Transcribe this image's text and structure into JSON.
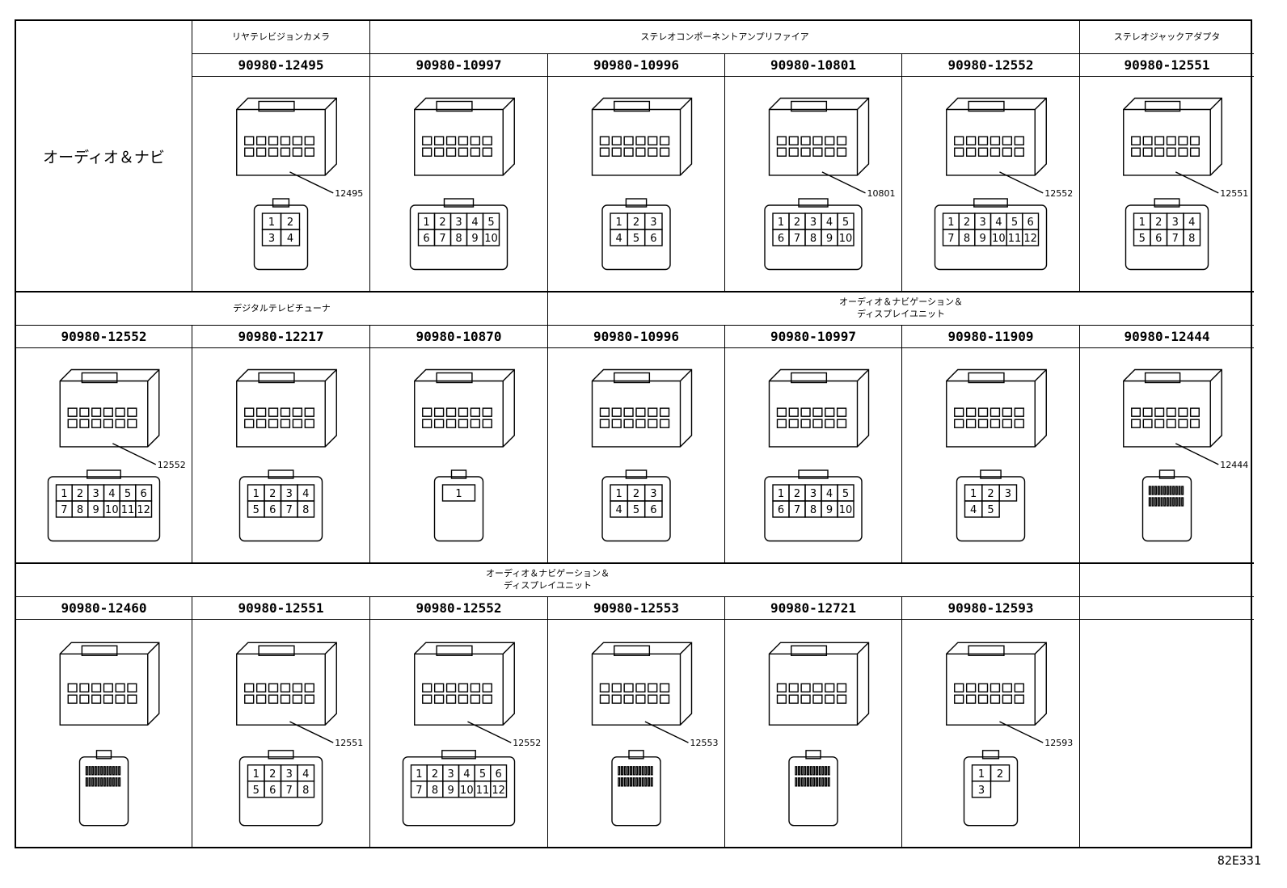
{
  "section_label": "オーディオ＆ナビ",
  "footer_code": "82E331",
  "rows": [
    {
      "groups": [
        {
          "label": "リヤテレビジョンカメラ"
        },
        {
          "label": "ステレオコンポーネントアンプリファイア"
        },
        {
          "label": "ステレオジャックアダプタ"
        }
      ],
      "cells": [
        {
          "part": "90980-12495",
          "callout": "12495",
          "pins": [
            "1",
            "2",
            "3",
            "4"
          ]
        },
        {
          "part": "90980-10997",
          "callout": "",
          "pins": [
            "1",
            "2",
            "3",
            "4",
            "5",
            "6",
            "7",
            "8",
            "9",
            "10"
          ]
        },
        {
          "part": "90980-10996",
          "callout": "",
          "pins": [
            "1",
            "2",
            "3",
            "4",
            "5",
            "6"
          ]
        },
        {
          "part": "90980-10801",
          "callout": "10801",
          "pins": [
            "1",
            "2",
            "3",
            "4",
            "5",
            "6",
            "7",
            "8",
            "9",
            "10"
          ]
        },
        {
          "part": "90980-12552",
          "callout": "12552",
          "pins": [
            "1",
            "2",
            "3",
            "4",
            "5",
            "6",
            "7",
            "8",
            "9",
            "10",
            "11",
            "12"
          ]
        },
        {
          "part": "90980-12551",
          "callout": "12551",
          "pins": [
            "1",
            "2",
            "3",
            "4",
            "5",
            "6",
            "7",
            "8"
          ]
        }
      ]
    },
    {
      "groups": [
        {
          "label": "デジタルテレビチューナ"
        },
        {
          "label": "オーディオ＆ナビゲーション＆\nディスプレイユニット"
        }
      ],
      "cells": [
        {
          "part": "90980-12552",
          "callout": "12552",
          "pins": [
            "1",
            "2",
            "3",
            "4",
            "5",
            "6",
            "7",
            "8",
            "9",
            "10",
            "11",
            "12"
          ]
        },
        {
          "part": "90980-12217",
          "callout": "",
          "pins": [
            "1",
            "2",
            "3",
            "4",
            "5",
            "6",
            "7",
            "8"
          ]
        },
        {
          "part": "90980-10870",
          "callout": "",
          "pins": [
            "1"
          ]
        },
        {
          "part": "90980-10996",
          "callout": "",
          "pins": [
            "1",
            "2",
            "3",
            "4",
            "5",
            "6"
          ]
        },
        {
          "part": "90980-10997",
          "callout": "",
          "pins": [
            "1",
            "2",
            "3",
            "4",
            "5",
            "6",
            "7",
            "8",
            "9",
            "10"
          ]
        },
        {
          "part": "90980-11909",
          "callout": "",
          "pins": [
            "1",
            "2",
            "3",
            "4",
            "5"
          ]
        },
        {
          "part": "90980-12444",
          "callout": "12444",
          "pins": []
        }
      ]
    },
    {
      "groups": [
        {
          "label": "オーディオ＆ナビゲーション＆\nディスプレイユニット"
        },
        {
          "label": ""
        }
      ],
      "cells": [
        {
          "part": "90980-12460",
          "callout": "",
          "pins": []
        },
        {
          "part": "90980-12551",
          "callout": "12551",
          "pins": [
            "1",
            "2",
            "3",
            "4",
            "5",
            "6",
            "7",
            "8"
          ]
        },
        {
          "part": "90980-12552",
          "callout": "12552",
          "pins": [
            "1",
            "2",
            "3",
            "4",
            "5",
            "6",
            "7",
            "8",
            "9",
            "10",
            "11",
            "12"
          ]
        },
        {
          "part": "90980-12553",
          "callout": "12553",
          "pins": []
        },
        {
          "part": "90980-12721",
          "callout": "",
          "pins": []
        },
        {
          "part": "90980-12593",
          "callout": "12593",
          "pins": [
            "1",
            "2",
            "3"
          ]
        },
        {
          "part": "",
          "callout": "",
          "pins": []
        }
      ]
    }
  ]
}
